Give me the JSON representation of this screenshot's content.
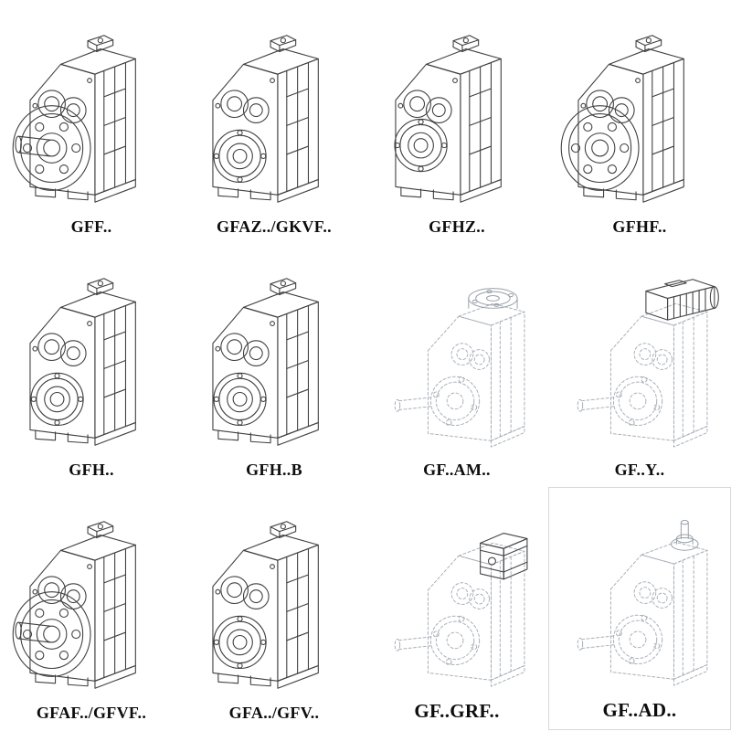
{
  "colors": {
    "background": "#ffffff",
    "solid_line": "#3f3f3f",
    "dashed_line": "#a9afb8",
    "label_text": "#0d0d0d"
  },
  "cells": [
    {
      "label": "GFF..",
      "drawing": "flange-mounted-gearbox-with-output-shaft"
    },
    {
      "label": "GFAZ../GKVF..",
      "drawing": "hollow-bore-gearbox"
    },
    {
      "label": "GFHZ..",
      "drawing": "hollow-bore-gearbox"
    },
    {
      "label": "GFHF..",
      "drawing": "flange-mounted-gearbox"
    },
    {
      "label": "GFH..",
      "drawing": "hollow-bore-gearbox"
    },
    {
      "label": "GFH..B",
      "drawing": "hollow-bore-gearbox-with-base"
    },
    {
      "label": "GF..AM..",
      "drawing": "gearbox-with-top-motor-flange-phantom"
    },
    {
      "label": "GF..Y..",
      "drawing": "gearbox-with-mounted-motor-phantom"
    },
    {
      "label": "GFAF../GFVF..",
      "drawing": "flange-mounted-gearbox-with-output-shaft"
    },
    {
      "label": "GFA../GFV..",
      "drawing": "hollow-bore-gearbox"
    },
    {
      "label": "GF..GRF..",
      "drawing": "gearbox-with-input-adapter-phantom"
    },
    {
      "label": "GF..AD..",
      "drawing": "gearbox-with-free-input-shaft-phantom"
    }
  ]
}
